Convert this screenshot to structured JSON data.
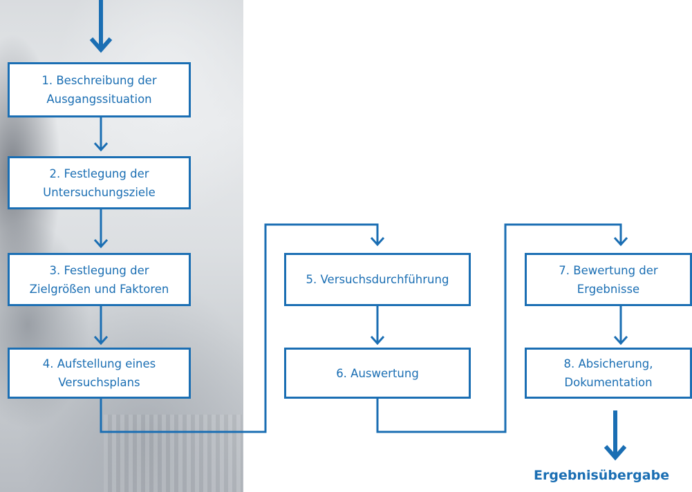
{
  "diagram": {
    "colors": {
      "accent": "#1a6eb3",
      "box_fill": "#ffffff"
    },
    "steps": [
      {
        "label": "1. Beschreibung der\nAusgangssituation"
      },
      {
        "label": "2. Festlegung der\nUntersuchungsziele"
      },
      {
        "label": "3. Festlegung der\nZielgrößen und Faktoren"
      },
      {
        "label": "4. Aufstellung eines\nVersuchsplans"
      },
      {
        "label": "5. Versuchsdurchführung"
      },
      {
        "label": "6. Auswertung"
      },
      {
        "label": "7. Bewertung der\nErgebnisse"
      },
      {
        "label": "8. Absicherung,\nDokumentation"
      }
    ],
    "result_label": "Ergebnisübergabe"
  }
}
